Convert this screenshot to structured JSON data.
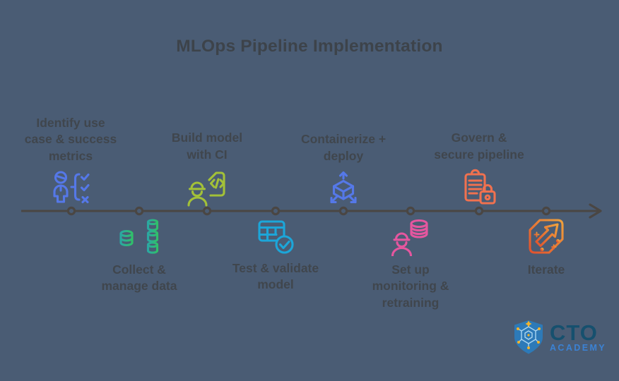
{
  "title": "MLOps Pipeline Implementation",
  "colors": {
    "bg": "#4a5c74",
    "title": "#3d434a",
    "label": "#40464d",
    "line": "#4a4643",
    "step-identify": "#5578e8",
    "step-collect-a": "#2ba8a2",
    "step-collect-b": "#30c06a",
    "step-build": "#a3c138",
    "step-test": "#1ca6d9",
    "step-containerize": "#5578e8",
    "step-monitor": "#e5569f",
    "step-govern": "#f0714f",
    "step-iterate-a": "#e0512e",
    "step-iterate-b": "#f0a23c",
    "logo-shield": "#2d7ab8",
    "logo-circuit": "#aad6f2",
    "logo-node": "#f2b32c",
    "logo-cto": "#16506e",
    "logo-academy": "#3b82d4"
  },
  "steps": [
    {
      "label": "Identify use\ncase & success\nmetrics",
      "icon": "person-checklist",
      "position": "above"
    },
    {
      "label": "Collect &\nmanage data",
      "icon": "data-branch",
      "position": "below"
    },
    {
      "label": "Build model\nwith CI",
      "icon": "engineer-code-file",
      "position": "above"
    },
    {
      "label": "Test & validate\nmodel",
      "icon": "table-check",
      "position": "below"
    },
    {
      "label": "Containerize +\ndeploy",
      "icon": "cube-deploy-arrows",
      "position": "above"
    },
    {
      "label": "Set up\nmonitoring &\nretraining",
      "icon": "engineer-database",
      "position": "below"
    },
    {
      "label": "Govern &\nsecure pipeline",
      "icon": "clipboard-lock",
      "position": "above"
    },
    {
      "label": "Iterate",
      "icon": "iterate-arrow",
      "position": "below"
    }
  ],
  "logo": {
    "name": "CTO Academy",
    "text_primary": "CTO",
    "text_secondary": "ACADEMY"
  }
}
